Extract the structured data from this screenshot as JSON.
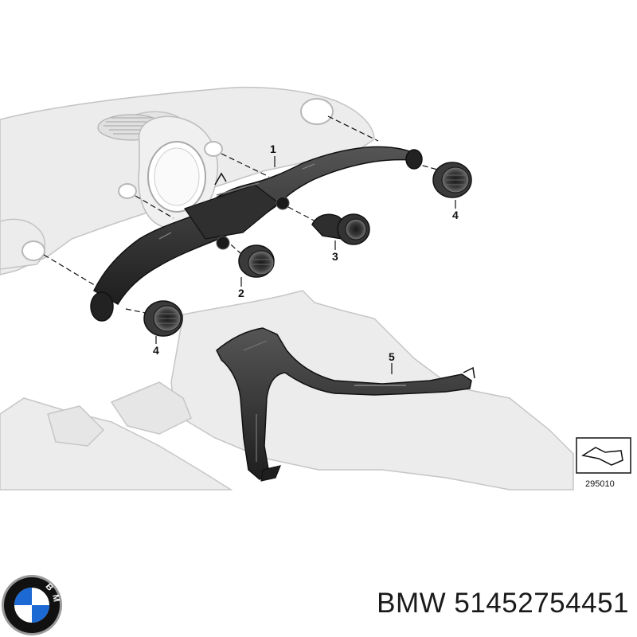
{
  "diagram": {
    "callouts": [
      "1",
      "2",
      "3",
      "4",
      "4",
      "5"
    ],
    "reference_number": "295010"
  },
  "logo": {
    "lettering": "BMW",
    "colors": {
      "blue": "#1c69d4",
      "white": "#ffffff",
      "ring": "#111111",
      "rim": "#9a9a9a"
    }
  },
  "caption": {
    "brand": "BMW",
    "part_number": "51452754451"
  },
  "colors": {
    "dashboard_fill": "#ececec",
    "dashboard_stroke": "#c8c8c8",
    "duct_fill": "#2b2b2b",
    "duct_highlight": "#6a6a6a",
    "leader_line": "#111111"
  }
}
